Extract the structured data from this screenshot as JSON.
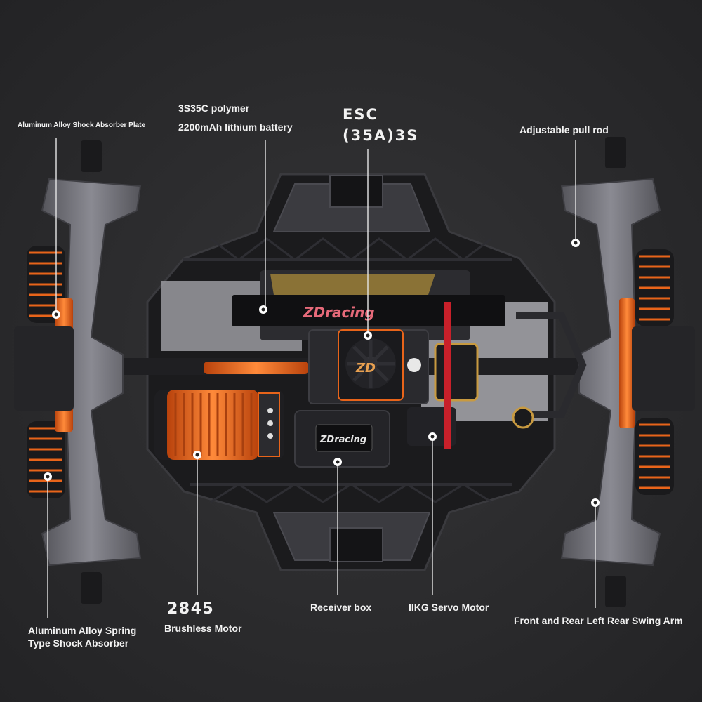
{
  "labels": {
    "shock_plate": "Aluminum Alloy Shock Absorber Plate",
    "battery_line1": "3S35C polymer",
    "battery_line2": "2200mAh lithium battery",
    "esc_line1": "ESC",
    "esc_line2": "(35A)3S",
    "pull_rod": "Adjustable pull rod",
    "motor_number": "2845",
    "motor_label": "Brushless Motor",
    "receiver": "Receiver box",
    "servo": "IIKG Servo Motor",
    "swing_arm": "Front and Rear Left Rear Swing Arm",
    "spring_line1": "Aluminum Alloy Spring",
    "spring_line2": "Type Shock Absorber"
  },
  "branding": {
    "strap_logo": "ZDracing",
    "fan_logo": "ZD",
    "receiver_logo": "ZDracing"
  },
  "colors": {
    "background": "#2b2b2d",
    "chassis": "#1a1a1c",
    "suspension_gray": "#6a6a70",
    "orange_accent": "#e8641a",
    "label_text": "#f2f2f2",
    "leader_line": "#e6e6e6"
  },
  "icons": {
    "callout_marker": "ring-dot-icon"
  }
}
